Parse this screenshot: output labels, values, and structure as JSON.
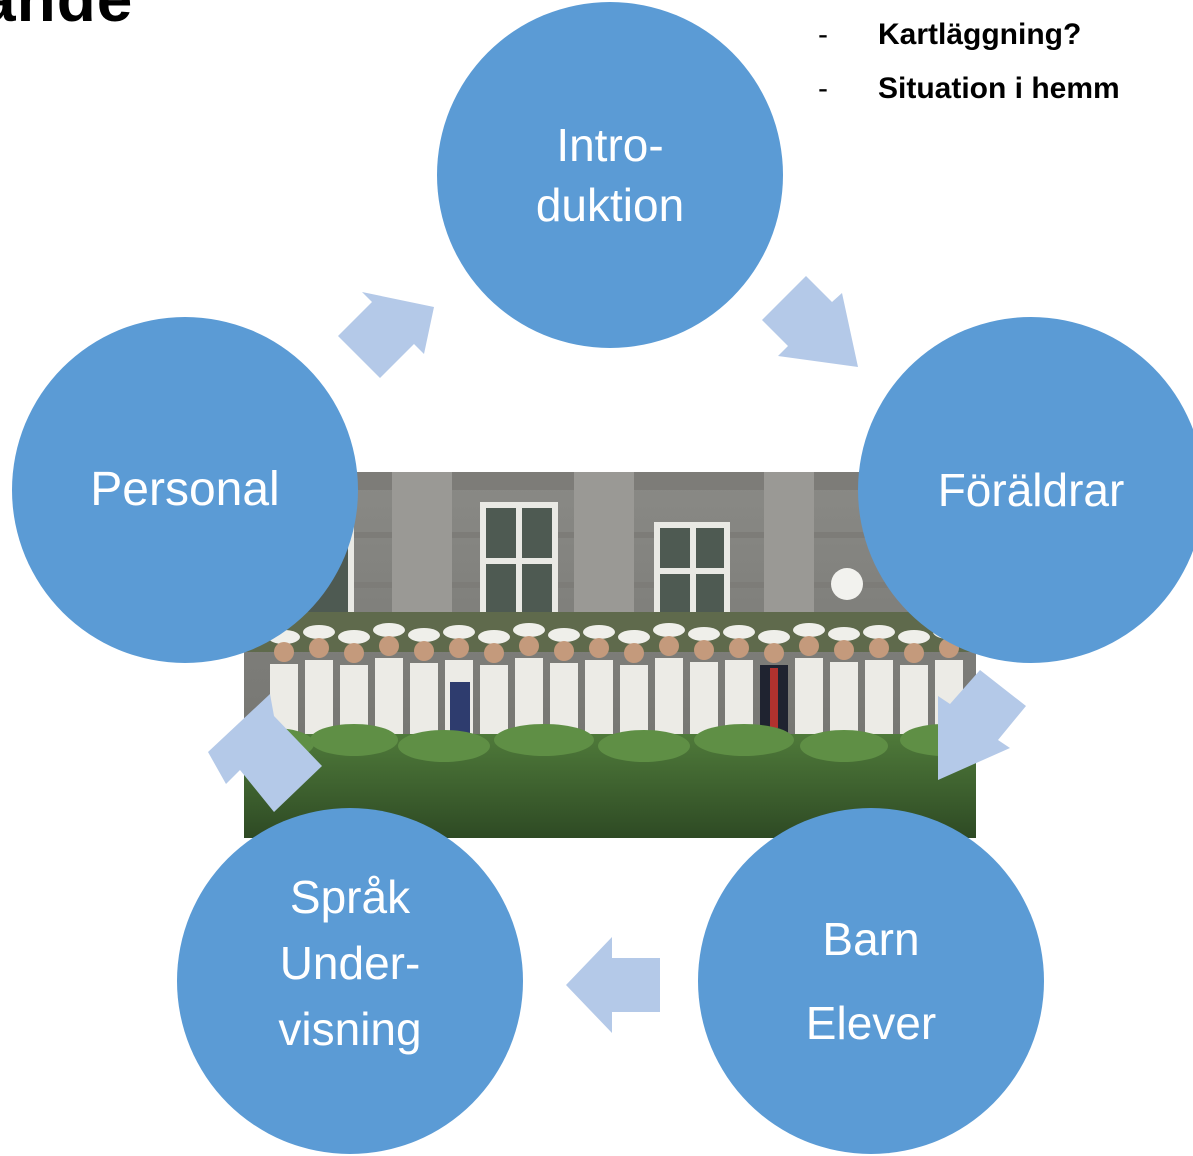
{
  "slide": {
    "title_fragment": "ande",
    "bullets": [
      {
        "dash": "-",
        "text": "Kartläggning?"
      },
      {
        "dash": "-",
        "text": "Situation i hemm"
      }
    ]
  },
  "cycle": {
    "nodes": [
      {
        "id": "intro",
        "lines": [
          "Intro-",
          "duktion"
        ]
      },
      {
        "id": "foraldrar",
        "lines": [
          "Föräldrar"
        ]
      },
      {
        "id": "barn",
        "lines": [
          "Barn",
          "Elever"
        ]
      },
      {
        "id": "sprak",
        "lines": [
          "Språk",
          "Under-",
          "visning"
        ]
      },
      {
        "id": "personal",
        "lines": [
          "Personal"
        ]
      }
    ]
  },
  "colors": {
    "node_fill": "#5b9bd5",
    "arrow_fill": "#b4c9e8",
    "node_text": "#ffffff"
  }
}
